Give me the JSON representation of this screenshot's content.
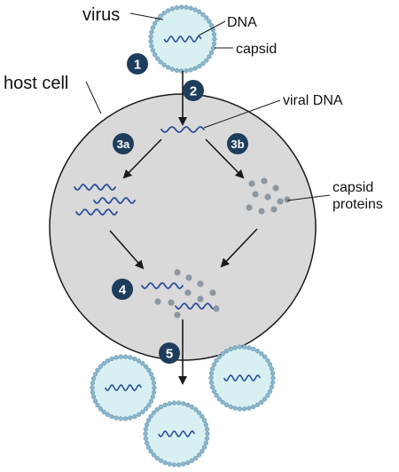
{
  "labels": {
    "virus": "virus",
    "dna": "DNA",
    "capsid": "capsid",
    "host_cell": "host cell",
    "viral_dna": "viral DNA",
    "capsid_proteins_line1": "capsid",
    "capsid_proteins_line2": "proteins"
  },
  "steps": [
    "1",
    "2",
    "3a",
    "3b",
    "4",
    "5"
  ],
  "colors": {
    "cell_fill": "#d9d9d9",
    "cell_stroke": "#1a1a1a",
    "virus_fill": "#d9f0f2",
    "capsid_bead": "#8ab6cc",
    "capsid_bead_stroke": "#5f91ab",
    "dna": "#2d4f9a",
    "protein": "#8b97a1",
    "step_badge": "#1e3d5c",
    "arrow": "#1a1a1a"
  }
}
